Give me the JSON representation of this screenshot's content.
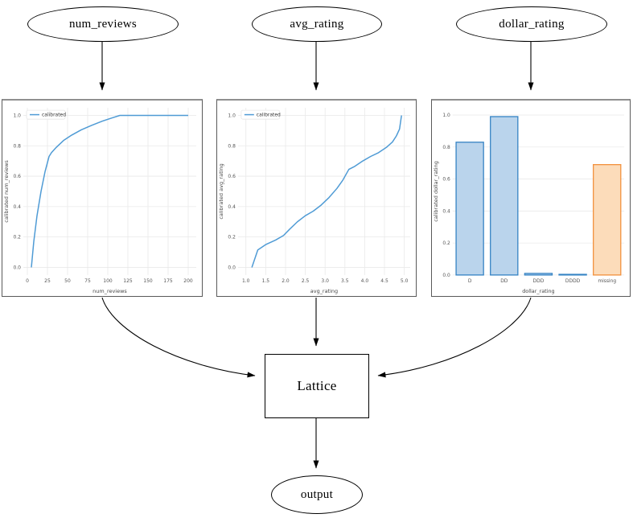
{
  "graph": {
    "nodes": {
      "num_reviews": {
        "label": "num_reviews"
      },
      "avg_rating": {
        "label": "avg_rating"
      },
      "dollar_rating": {
        "label": "dollar_rating"
      },
      "lattice": {
        "label": "Lattice"
      },
      "output": {
        "label": "output"
      }
    },
    "edge_color": "#000000"
  },
  "style": {
    "line_color": "#4f9bd5",
    "grid_color": "#e9e9e9",
    "tick_color": "#555555",
    "label_color": "#444444",
    "legend_border": "#e2e2e2",
    "bar_blue_fill": "#bad4ec",
    "bar_blue_edge": "#3583c4",
    "bar_orange_fill": "#fcdcba",
    "bar_orange_edge": "#f2913d"
  },
  "chart_data": [
    {
      "type": "line",
      "title": "",
      "xlabel": "num_reviews",
      "ylabel": "calibrated num_reviews",
      "legend": [
        "calibrated"
      ],
      "legend_position": "upper left",
      "grid": true,
      "xlim": [
        -5,
        210
      ],
      "ylim": [
        -0.05,
        1.05
      ],
      "xticks": [
        0,
        25,
        50,
        75,
        100,
        125,
        150,
        175,
        200
      ],
      "xtick_labels": [
        "0",
        "25",
        "50",
        "75",
        "100",
        "125",
        "150",
        "175",
        "200"
      ],
      "yticks": [
        0.0,
        0.2,
        0.4,
        0.6,
        0.8,
        1.0
      ],
      "ytick_labels": [
        "0.0",
        "0.2",
        "0.4",
        "0.6",
        "0.8",
        "1.0"
      ],
      "x": [
        5,
        8,
        12,
        17,
        22,
        27,
        30,
        36,
        45,
        55,
        67,
        80,
        93,
        105,
        115,
        200
      ],
      "y": [
        0.0,
        0.17,
        0.34,
        0.5,
        0.63,
        0.73,
        0.755,
        0.79,
        0.835,
        0.87,
        0.905,
        0.935,
        0.962,
        0.983,
        1.0,
        1.0
      ],
      "color": "#4f9bd5"
    },
    {
      "type": "line",
      "title": "",
      "xlabel": "avg_rating",
      "ylabel": "calibrated avg_rating",
      "legend": [
        "calibrated"
      ],
      "legend_position": "upper left",
      "grid": true,
      "xlim": [
        0.8,
        5.15
      ],
      "ylim": [
        -0.05,
        1.05
      ],
      "xticks": [
        1.0,
        1.5,
        2.0,
        2.5,
        3.0,
        3.5,
        4.0,
        4.5,
        5.0
      ],
      "xtick_labels": [
        "1.0",
        "1.5",
        "2.0",
        "2.5",
        "3.0",
        "3.5",
        "4.0",
        "4.5",
        "5.0"
      ],
      "yticks": [
        0.0,
        0.2,
        0.4,
        0.6,
        0.8,
        1.0
      ],
      "ytick_labels": [
        "0.0",
        "0.2",
        "0.4",
        "0.6",
        "0.8",
        "1.0"
      ],
      "x": [
        1.15,
        1.3,
        1.5,
        1.75,
        1.95,
        2.1,
        2.3,
        2.5,
        2.7,
        2.9,
        3.1,
        3.3,
        3.45,
        3.6,
        3.75,
        3.95,
        4.15,
        4.35,
        4.55,
        4.7,
        4.8,
        4.88,
        4.93
      ],
      "y": [
        0.0,
        0.115,
        0.15,
        0.18,
        0.21,
        0.25,
        0.3,
        0.34,
        0.37,
        0.41,
        0.46,
        0.52,
        0.575,
        0.645,
        0.665,
        0.7,
        0.73,
        0.755,
        0.79,
        0.825,
        0.865,
        0.91,
        1.0
      ],
      "color": "#4f9bd5"
    },
    {
      "type": "bar",
      "title": "",
      "xlabel": "dollar_rating",
      "ylabel": "calibrated dollar_rating",
      "grid": true,
      "categories": [
        "D",
        "DD",
        "DDD",
        "DDDD",
        "missing"
      ],
      "values": [
        0.83,
        0.99,
        0.01,
        0.004,
        0.69
      ],
      "xlim": [
        -0.5,
        4.5
      ],
      "ylim": [
        0,
        1.045
      ],
      "yticks": [
        0.0,
        0.2,
        0.4,
        0.6,
        0.8,
        1.0
      ],
      "ytick_labels": [
        "0.0",
        "0.2",
        "0.4",
        "0.6",
        "0.8",
        "1.0"
      ],
      "bar_fill": [
        "#bad4ec",
        "#bad4ec",
        "#bad4ec",
        "#bad4ec",
        "#fcdcba"
      ],
      "bar_edge": [
        "#3583c4",
        "#3583c4",
        "#3583c4",
        "#3583c4",
        "#f2913d"
      ]
    }
  ]
}
